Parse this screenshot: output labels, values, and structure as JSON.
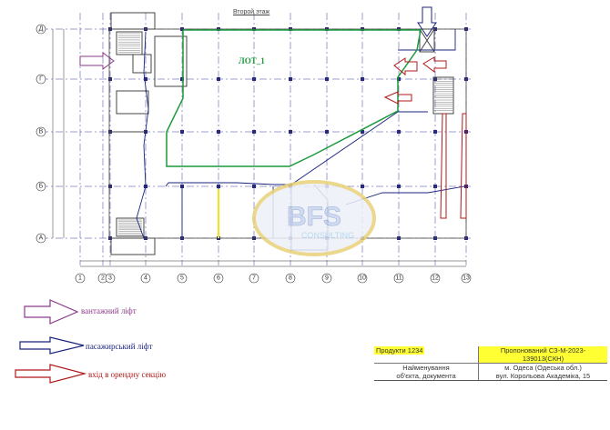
{
  "plan": {
    "title": "Второй этаж",
    "lot_label": "ЛОТ_1",
    "row_axes": [
      "Д",
      "Г",
      "В",
      "Б",
      "А"
    ],
    "column_axes": [
      "1",
      "2",
      "3",
      "4",
      "5",
      "6",
      "7",
      "8",
      "9",
      "10",
      "11",
      "12",
      "13"
    ]
  },
  "legend": {
    "freight_lift": "вантажний ліфт",
    "passenger_lift": "пасажирський ліфт",
    "entrance": "вхід в орендну секцію"
  },
  "legend_colors": {
    "freight_lift": "#8a3a8a",
    "passenger_lift": "#1a237e",
    "entrance": "#b01818"
  },
  "stamp": {
    "product": "Продукти 1234",
    "proposed": "Пропонований СЗ-М-2023-139013(СКН)",
    "name_label_1": "Найменування",
    "name_label_2": "об'єкта, документа",
    "address_1": "м. Одеса (Одеська обл.)",
    "address_2": "вул. Корольова Академіка, 15"
  },
  "watermark": {
    "logo_text": "BFS",
    "logo_subtext": "CONSULTING"
  },
  "colors": {
    "grid": "#3a3a9a",
    "lot_outline": "#1a9a3a",
    "logo": "#e8d27a"
  }
}
